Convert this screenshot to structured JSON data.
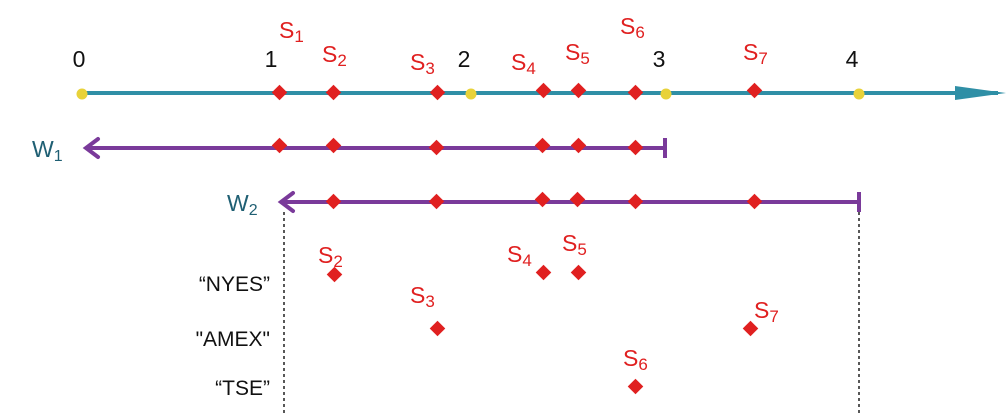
{
  "colors": {
    "axis": "#2f8fa6",
    "window": "#7a3a9a",
    "event": "#e02020",
    "tick": "#e8d23a",
    "text": "#111111",
    "wlabel": "#1f5f73"
  },
  "axis": {
    "ticks": [
      "0",
      "1",
      "2",
      "3",
      "4"
    ]
  },
  "events": {
    "s1": {
      "name": "S",
      "sub": "1",
      "t": 1.0
    },
    "s2": {
      "name": "S",
      "sub": "2",
      "t": 1.27
    },
    "s3": {
      "name": "S",
      "sub": "3",
      "t": 1.82
    },
    "s4": {
      "name": "S",
      "sub": "4",
      "t": 2.37
    },
    "s5": {
      "name": "S",
      "sub": "5",
      "t": 2.55
    },
    "s6": {
      "name": "S",
      "sub": "6",
      "t": 2.85
    },
    "s7": {
      "name": "S",
      "sub": "7",
      "t": 3.45
    }
  },
  "windows": {
    "w1": {
      "name": "W",
      "sub": "1",
      "range": [
        0,
        3
      ]
    },
    "w2": {
      "name": "W",
      "sub": "2",
      "range": [
        1,
        4
      ]
    }
  },
  "streams": {
    "nyes": "“NYES”",
    "amex": "\"AMEX\"",
    "tse": "“TSE”"
  }
}
